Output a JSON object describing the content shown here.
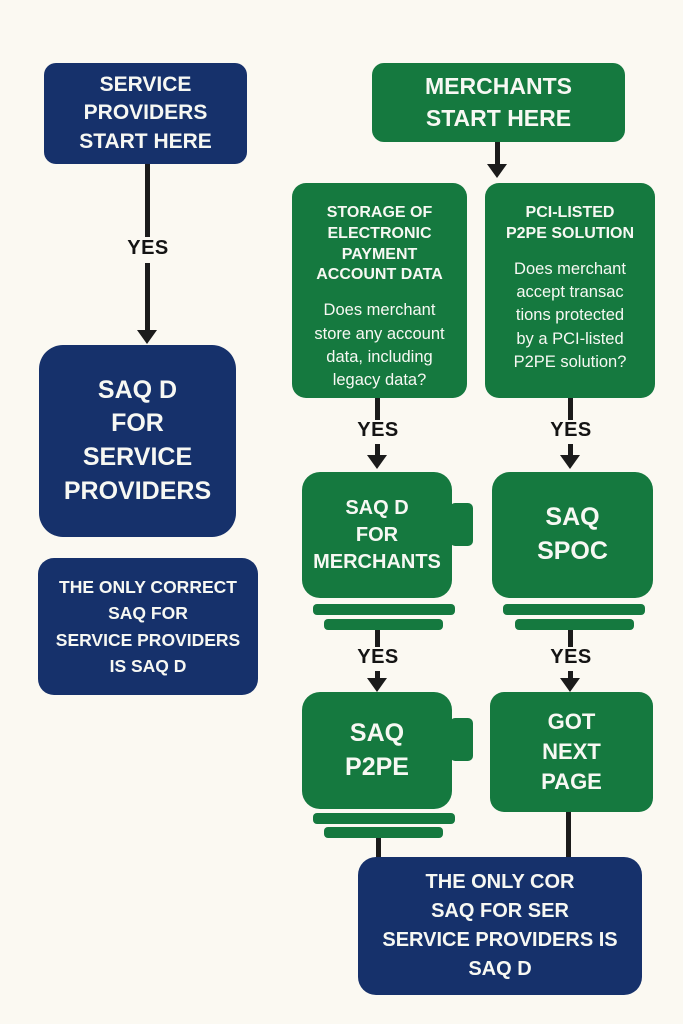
{
  "colors": {
    "background": "#fbf9f2",
    "node_green": "#15793f",
    "node_navy": "#16316b",
    "connector_black": "#1b1b1b",
    "text_on_node": "#f7f8f3"
  },
  "labels": {
    "yes": "YES"
  },
  "service_provider_flow": {
    "start": "SERVICE\nPROVIDERS\nSTART HERE",
    "result": "SAQ D\nFOR\nSERVICE\nPROVIDERS",
    "note": "THE ONLY CORRECT\nSAQ FOR\nSERVICE PROVIDERS\nIS SAQ D"
  },
  "merchant_flow": {
    "start": "MERCHANTS\nSTART HERE",
    "storage_question": {
      "heading": "STORAGE OF\nELECTRONIC\nPAYMENT\nACCOUNT DATA",
      "body": "Does merchant\nstore any account\ndata, including\nlegacy data?"
    },
    "p2pe_question": {
      "heading": "PCI-LISTED\nP2PE SOLUTION",
      "body": "Does merchant\naccept transac\ntions protected\nby a PCI-listed\nP2PE solution?"
    },
    "saq_d_merchants": "SAQ D\nFOR\nMERCHANTS",
    "saq_spoc": "SAQ\nSPOC",
    "saq_p2pe": "SAQ\nP2PE",
    "got_next_page": "GOT\nNEXT\nPAGE",
    "note": "THE ONLY COR\nSAQ FOR SER\nSERVICE PROVIDERS IS\nSAQ D"
  }
}
